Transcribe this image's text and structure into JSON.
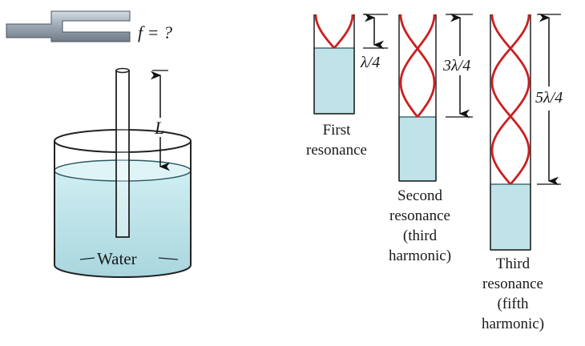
{
  "tuning_fork": {
    "label": "f = ?"
  },
  "apparatus": {
    "length_label": "L",
    "water_label": "Water"
  },
  "colors": {
    "wave": "#cc1f1f",
    "water": "#bfe3e8",
    "water_edge": "#2a5860",
    "fork_metal": "#a9b4be",
    "outline": "#222222"
  },
  "resonances": [
    {
      "id": "first",
      "length_label": "λ/4",
      "caption_lines": [
        "First",
        "resonance"
      ],
      "quarter_wavelengths": 1
    },
    {
      "id": "second",
      "length_label": "3λ/4",
      "caption_lines": [
        "Second",
        "resonance",
        "(third",
        "harmonic)"
      ],
      "quarter_wavelengths": 3
    },
    {
      "id": "third",
      "length_label": "5λ/4",
      "caption_lines": [
        "Third",
        "resonance",
        "(fifth",
        "harmonic)"
      ],
      "quarter_wavelengths": 5
    }
  ]
}
